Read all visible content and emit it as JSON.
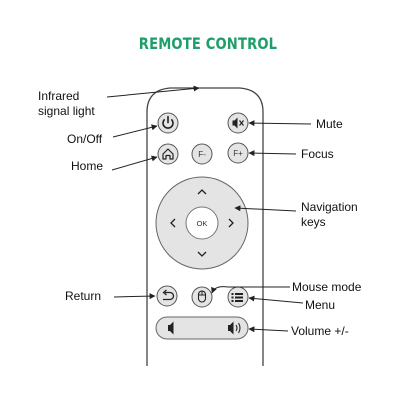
{
  "title": "REMOTE CONTROL",
  "labels": {
    "infrared_line1": "Infrared",
    "infrared_line2": "signal light",
    "onoff": "On/Off",
    "home": "Home",
    "mute": "Mute",
    "focus": "Focus",
    "navigation_line1": "Navigation",
    "navigation_line2": "keys",
    "mouse_mode": "Mouse mode",
    "return": "Return",
    "menu": "Menu",
    "volume": "Volume +/-"
  },
  "buttons": {
    "focus_minus": "F-",
    "focus_plus": "F+",
    "ok": "OK"
  },
  "icons": [
    "power-icon",
    "mute-icon",
    "home-icon",
    "chevron-up-icon",
    "chevron-down-icon",
    "chevron-left-icon",
    "chevron-right-icon",
    "return-icon",
    "mouse-icon",
    "menu-icon",
    "volume-down-icon",
    "volume-up-icon"
  ],
  "colors": {
    "title": "#1e9e6a",
    "button_fill": "#e4e4e4",
    "outline": "#555555"
  }
}
